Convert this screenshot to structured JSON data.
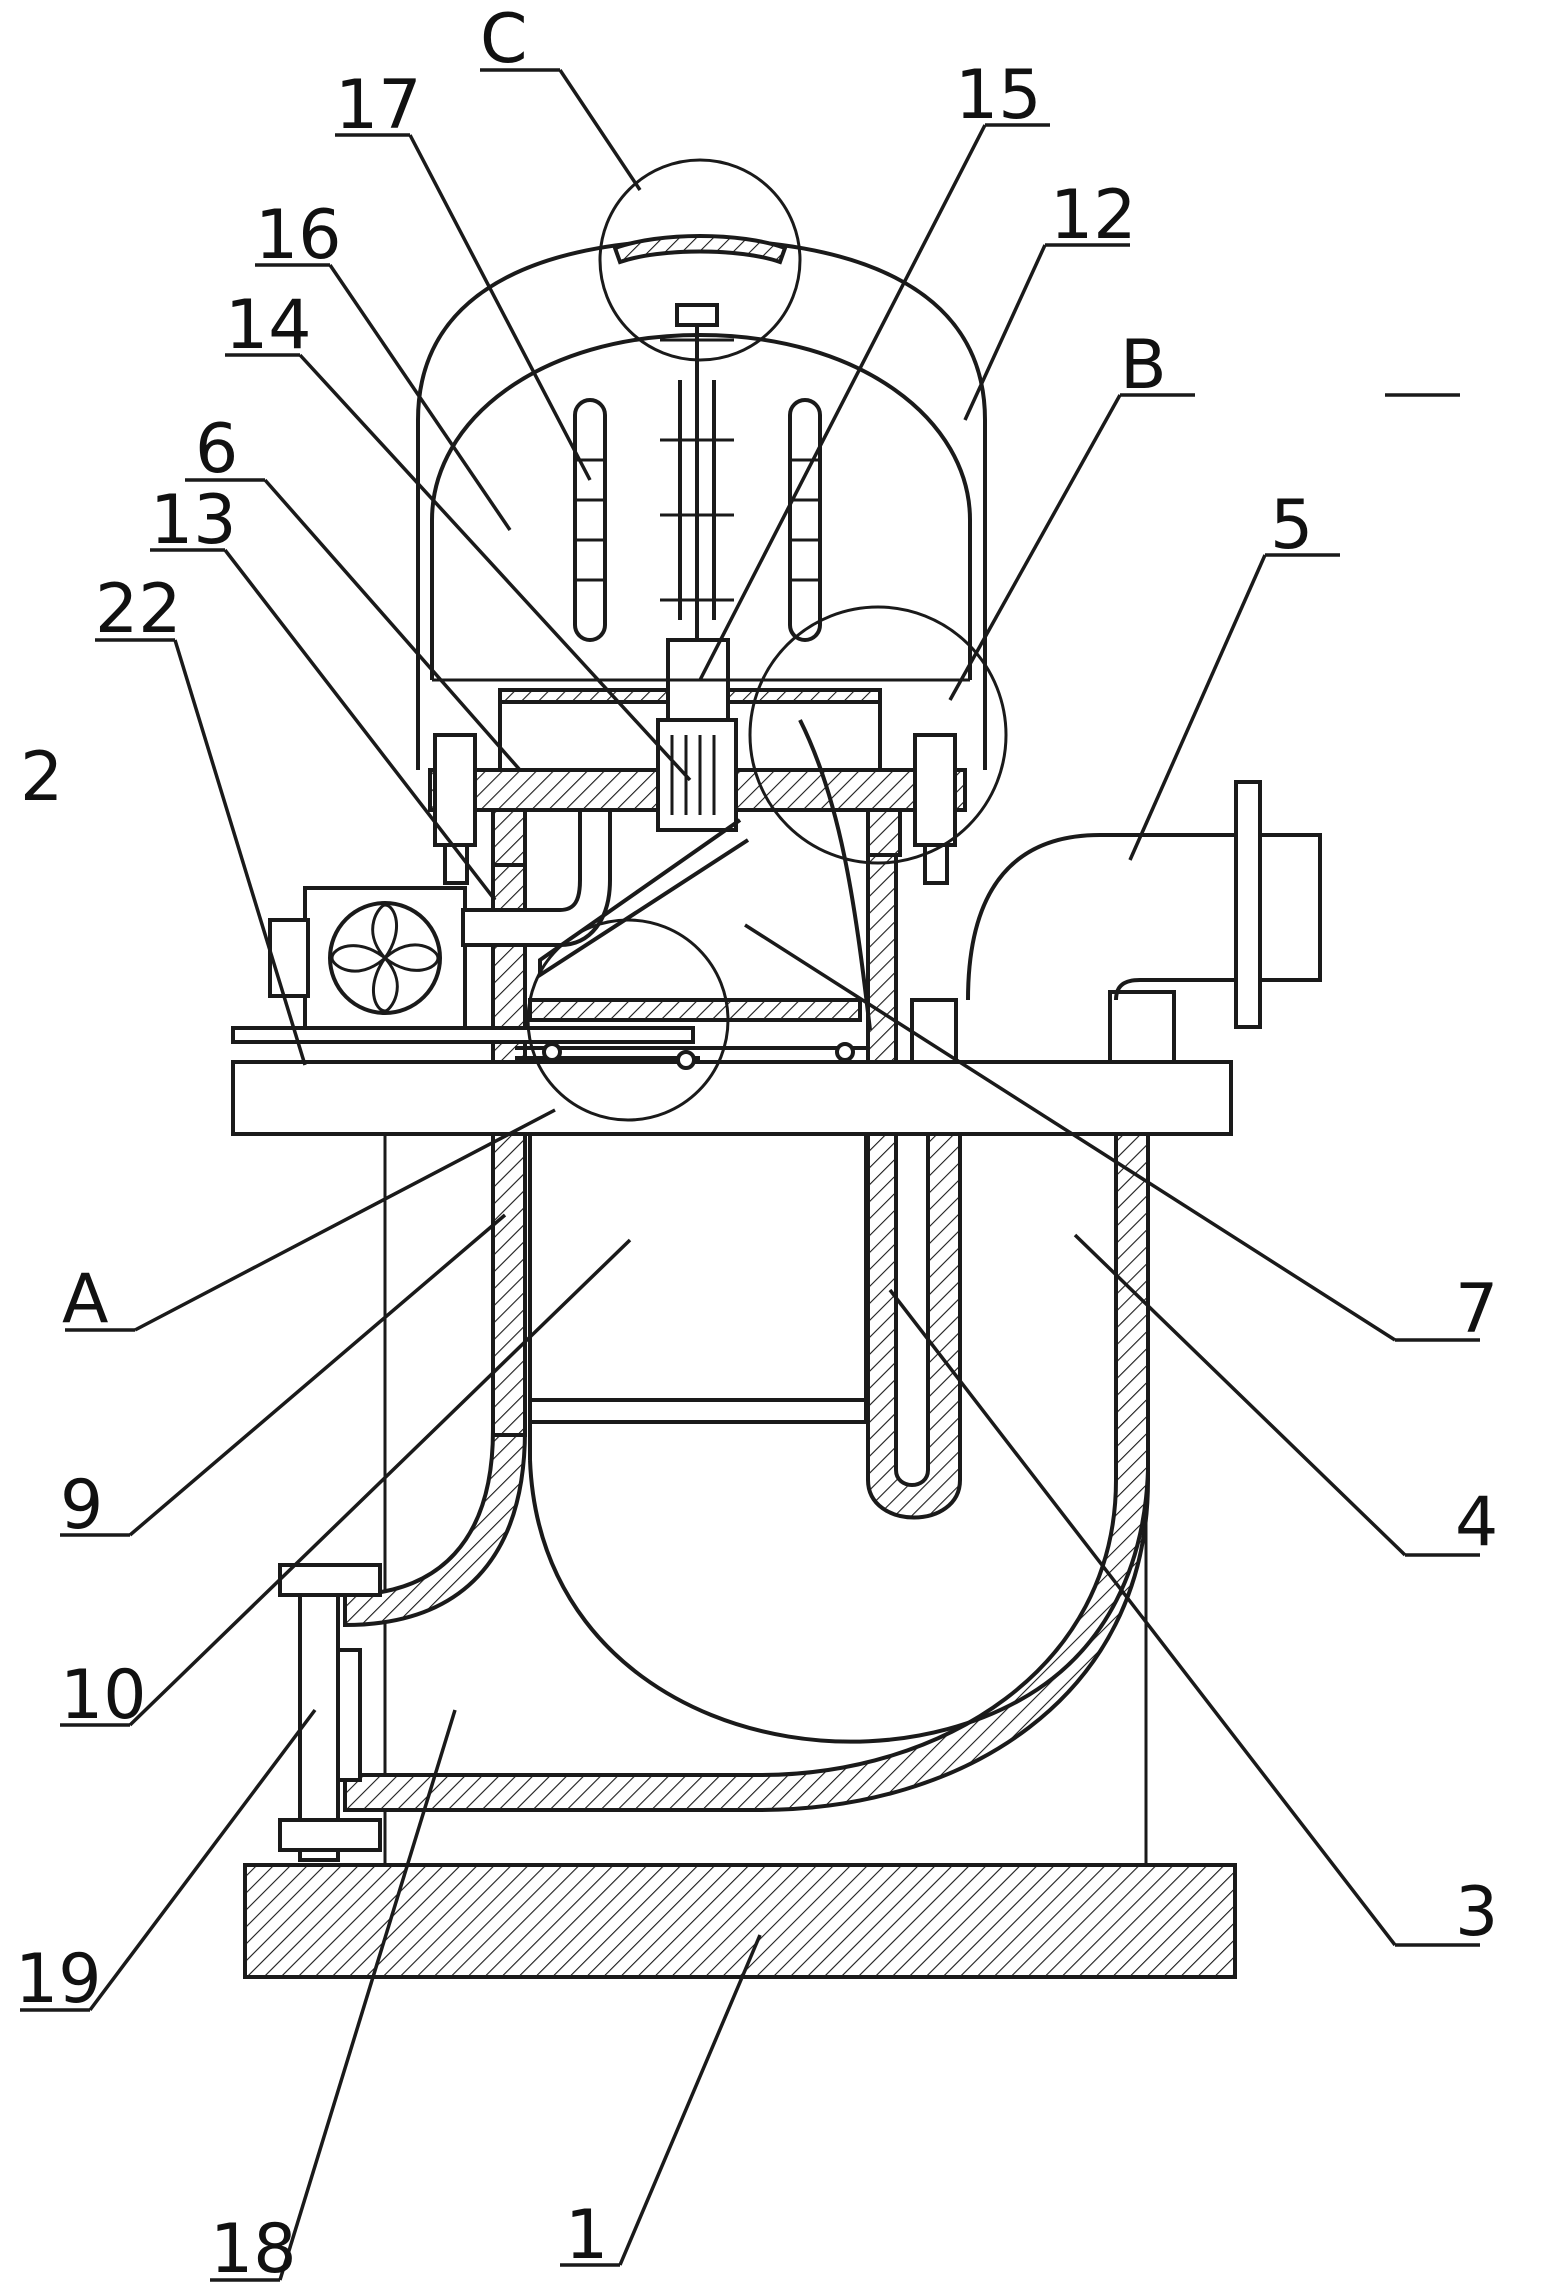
{
  "figure": {
    "labels": {
      "C": "C",
      "n17": "17",
      "n15": "15",
      "n16": "16",
      "n12": "12",
      "n14": "14",
      "B": "B",
      "n6": "6",
      "n13": "13",
      "n5": "5",
      "n22": "22",
      "n2": "2",
      "A": "A",
      "n7": "7",
      "n9": "9",
      "n4": "4",
      "n10": "10",
      "n3": "3",
      "n19": "19",
      "n18": "18",
      "n1": "1"
    }
  }
}
